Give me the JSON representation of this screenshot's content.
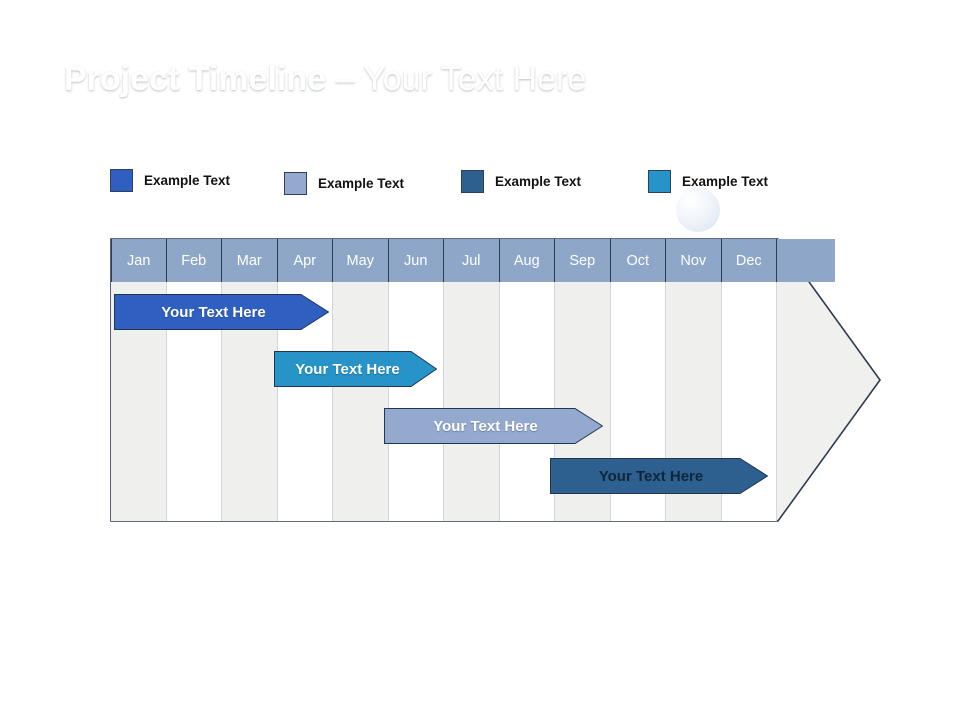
{
  "slide": {
    "title_bold": "Project Timeline",
    "title_rest": " – Your Text Here"
  },
  "legend": {
    "items": [
      {
        "label": "Example Text",
        "color": "#2f5fc0",
        "icon": "color-swatch"
      },
      {
        "label": "Example Text",
        "color": "#93a9cd",
        "icon": "color-swatch"
      },
      {
        "label": "Example Text",
        "color": "#2d5f8f",
        "icon": "color-swatch"
      },
      {
        "label": "Example Text",
        "color": "#2694c8",
        "icon": "color-swatch"
      }
    ]
  },
  "chart_data": {
    "type": "bar",
    "title": "Project Timeline",
    "xlabel": "",
    "ylabel": "",
    "categories": [
      "Jan",
      "Feb",
      "Mar",
      "Apr",
      "May",
      "Jun",
      "Jul",
      "Aug",
      "Sep",
      "Oct",
      "Nov",
      "Dec"
    ],
    "legend_position": "top",
    "grid": true,
    "tasks": [
      {
        "label": "Your  Text Here",
        "start_month": "Jan",
        "end_month": "Apr",
        "color": "#2f5fc0",
        "text_color": "light"
      },
      {
        "label": "Your  Text Here",
        "start_month": "Apr",
        "end_month": "Jun",
        "color": "#2694c8",
        "text_color": "light"
      },
      {
        "label": "Your  Text Here",
        "start_month": "Jun",
        "end_month": "Sep",
        "color": "#93a9cd",
        "text_color": "light"
      },
      {
        "label": "Your  Text Here",
        "start_month": "Sep",
        "end_month": "Dec",
        "color": "#2d5f8f",
        "text_color": "dark"
      }
    ]
  },
  "colors": {
    "header_band": "#8ea7c9",
    "chart_fill": "#f0f0ee",
    "chart_outline": "#2c3b52",
    "column_shade": "#efefed",
    "column_plain": "#ffffff",
    "title_text": "#ffffff"
  }
}
